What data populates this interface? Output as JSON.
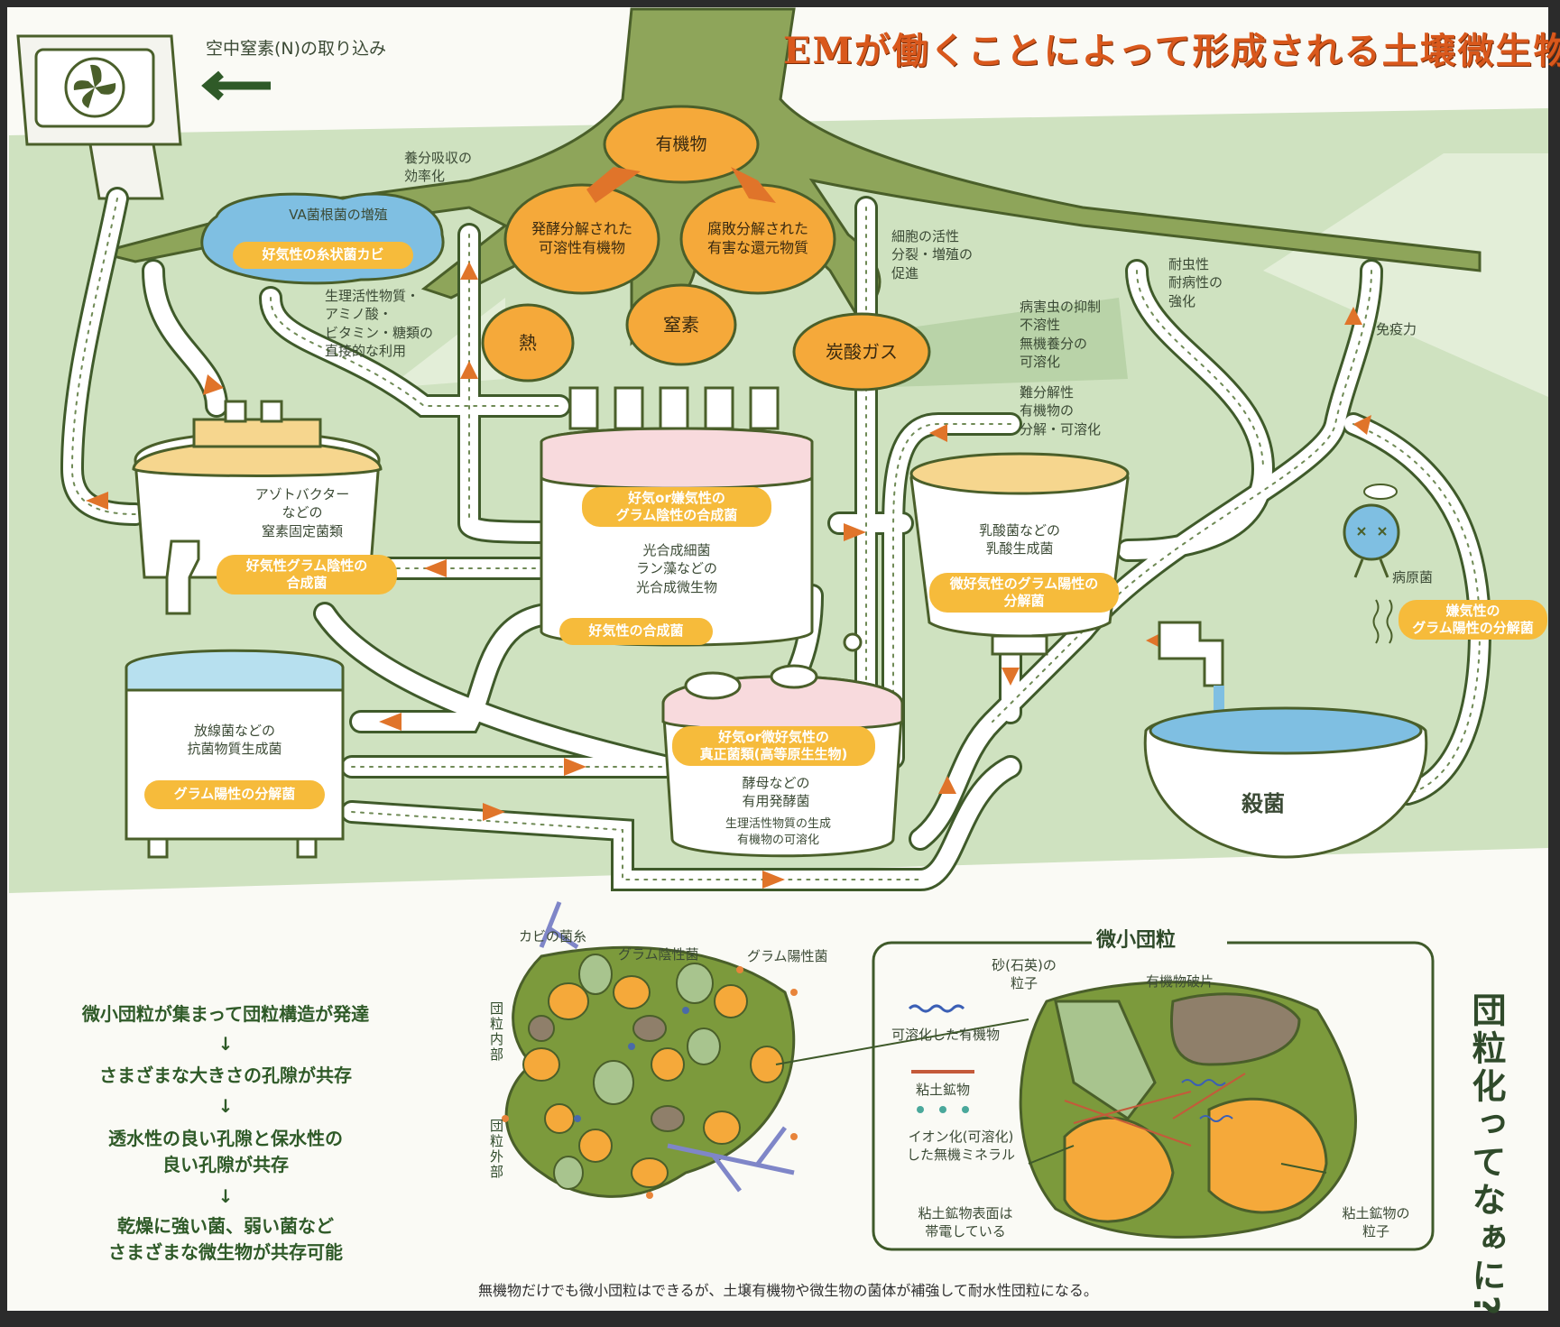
{
  "title": "EMが働くことによって形成される土壌微生物叢",
  "air_nitrogen": "空中窒素(N)の取り込み",
  "organic_matter": "有機物",
  "ferment_decomposed": "発酵分解された\n可溶性有機物",
  "rot_decomposed": "腐敗分解された\n有害な還元物質",
  "heat": "熱",
  "nitrogen": "窒素",
  "co2": "炭酸ガス",
  "nutrient_absorption": "養分吸収の\n効率化",
  "va_fungi": "VA菌根菌の増殖",
  "va_pill": "好気性の糸状菌カビ",
  "physio_substances": "生理活性物質・\nアミノ酸・\nビタミン・糖類の\n直接的な利用",
  "cell_activity": "細胞の活性\n分裂・増殖の\n促進",
  "disease_resist": "耐虫性\n耐病性の\n強化",
  "pest_control": "病害虫の抑制\n不溶性\n無機養分の\n可溶化",
  "hard_decomp": "難分解性\n有機物の\n分解・可溶化",
  "immunity": "免疫力",
  "azotobacter": "アゾトバクター\nなどの\n窒素固定菌類",
  "azoto_pill": "好気性グラム陰性の\n合成菌",
  "photo_pill_top": "好気or嫌気性の\nグラム陰性の合成菌",
  "photo_text": "光合成細菌\nラン藻などの\n光合成微生物",
  "photo_pill_bottom": "好気性の合成菌",
  "lactic_text": "乳酸菌などの\n乳酸生成菌",
  "lactic_pill": "微好気性のグラム陽性の\n分解菌",
  "pathogen": "病原菌",
  "anaerobic_pill": "嫌気性の\nグラム陽性の分解菌",
  "actino_text": "放線菌などの\n抗菌物質生成菌",
  "actino_pill": "グラム陽性の分解菌",
  "fungi_pill": "好気or微好気性の\n真正菌類(高等原生生物)",
  "yeast_text": "酵母などの\n有用発酵菌",
  "yeast_sub": "生理活性物質の生成\n有機物の可溶化",
  "sterilize": "殺菌",
  "flow_1": "微小団粒が集まって団粒構造が発達",
  "flow_2": "さまざまな大きさの孔隙が共存",
  "flow_3": "透水性の良い孔隙と保水性の\n良い孔隙が共存",
  "flow_4": "乾燥に強い菌、弱い菌など\nさまざまな微生物が共存可能",
  "arrow": "↓",
  "hyphae": "カビの菌糸",
  "gram_neg": "グラム陰性菌",
  "gram_pos": "グラム陽性菌",
  "inside": "団粒内部",
  "outside": "団粒外部",
  "micro_title": "微小団粒",
  "sand": "砂(石英)の\n粒子",
  "organic_frag": "有機物破片",
  "soluble_org": "可溶化した有機物",
  "clay": "粘土鉱物",
  "ion": "イオン化(可溶化)\nした無機ミネラル",
  "clay_charge": "粘土鉱物表面は\n帯電している",
  "clay_particle": "粘土鉱物の\n粒子",
  "what_is": "団粒化ってなぁに?",
  "footnote": "無機物だけでも微小団粒はできるが、土壌有機物や微生物の菌体が補強して耐水性団粒になる。",
  "colors": {
    "soil": "#cfe2c0",
    "pipe": "#ffffff",
    "orange": "#f5a93a",
    "pill": "#f6bb3b",
    "green_dark": "#5f7d3a",
    "title": "#d9581c"
  }
}
